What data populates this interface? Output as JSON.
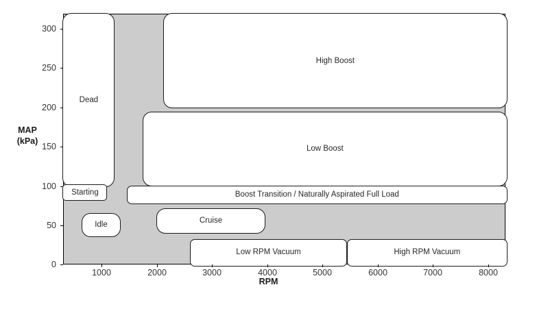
{
  "figure": {
    "background_color": "#ffffff",
    "plot_background_color": "#cccccc",
    "plot_border_color": "#000000",
    "region_fill_color": "#ffffff",
    "region_border_color": "#1a1a1a"
  },
  "axes": {
    "xlabel": "RPM",
    "ylabel_line1": "MAP",
    "ylabel_line2": "(kPa)",
    "xticks": [
      "1000",
      "2000",
      "3000",
      "4000",
      "5000",
      "6000",
      "7000",
      "8000"
    ],
    "yticks": [
      "0",
      "50",
      "100",
      "150",
      "200",
      "250",
      "300"
    ]
  },
  "chart_data": {
    "type": "other",
    "subtype": "engine-load-region-map",
    "title": "",
    "xlabel": "RPM",
    "ylabel": "MAP (kPa)",
    "xlim": [
      67,
      8070
    ],
    "ylim": [
      0,
      319
    ],
    "xticks": [
      1000,
      2000,
      3000,
      4000,
      5000,
      6000,
      7000,
      8000
    ],
    "yticks": [
      0,
      50,
      100,
      150,
      200,
      250,
      300
    ],
    "grid": false,
    "legend": "none",
    "regions": [
      {
        "name": "Dead",
        "label": "Dead",
        "rpm_range": [
          67,
          1100
        ],
        "map_range": [
          98,
          319
        ],
        "label_rpm": 580,
        "label_map": 195
      },
      {
        "name": "High Boost",
        "label": "High Boost",
        "rpm_range": [
          1870,
          8070
        ],
        "map_range": [
          200,
          319
        ],
        "label_rpm": 4970,
        "label_map": 259
      },
      {
        "name": "Low Boost",
        "label": "Low Boost",
        "rpm_range": [
          1490,
          8070
        ],
        "map_range": [
          101,
          195
        ],
        "label_rpm": 4780,
        "label_map": 148
      },
      {
        "name": "Starting",
        "label": "Starting",
        "rpm_range": [
          67,
          850
        ],
        "map_range": [
          82,
          103
        ],
        "label_rpm": 450,
        "label_map": 92
      },
      {
        "name": "Boost Transition / Naturally Aspirated Full Load",
        "label": "Boost Transition / Naturally Aspirated Full Load",
        "rpm_range": [
          1210,
          8070
        ],
        "map_range": [
          78,
          101
        ],
        "label_rpm": 4640,
        "label_map": 89
      },
      {
        "name": "Cruise",
        "label": "Cruise",
        "rpm_range": [
          1740,
          3720
        ],
        "map_range": [
          40,
          72
        ],
        "label_rpm": 2730,
        "label_map": 56
      },
      {
        "name": "Idle",
        "label": "Idle",
        "rpm_range": [
          390,
          1100
        ],
        "map_range": [
          36,
          66
        ],
        "label_rpm": 745,
        "label_map": 51
      },
      {
        "name": "Low RPM Vacuum",
        "label": "Low RPM Vacuum",
        "rpm_range": [
          2350,
          5190
        ],
        "map_range": [
          3,
          33
        ],
        "label_rpm": 3770,
        "label_map": 18
      },
      {
        "name": "High RPM Vacuum",
        "label": "High RPM Vacuum",
        "rpm_range": [
          5190,
          8070
        ],
        "map_range": [
          3,
          33
        ],
        "label_rpm": 6630,
        "label_map": 18
      }
    ]
  }
}
